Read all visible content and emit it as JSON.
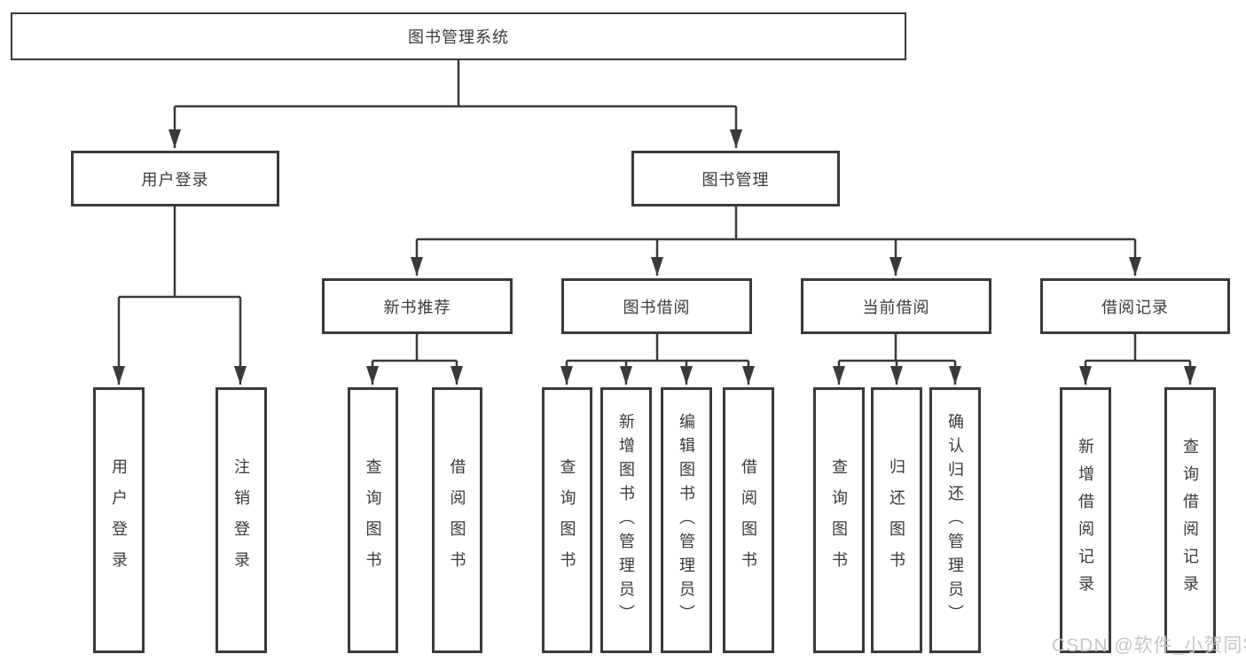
{
  "watermark": {
    "text": "CSDN @软件_小贺同学",
    "color": "#c6c6c6"
  },
  "diagram": {
    "line_color": "#3a3a3a",
    "box_background": "#ffffff",
    "root": {
      "label": "图书管理系统"
    },
    "branches": [
      {
        "label": "用户登录",
        "children": [
          {
            "label": "用户登录"
          },
          {
            "label": "注销登录"
          }
        ]
      },
      {
        "label": "图书管理",
        "children": [
          {
            "label": "新书推荐",
            "children": [
              {
                "label": "查询图书"
              },
              {
                "label": "借阅图书"
              }
            ]
          },
          {
            "label": "图书借阅",
            "children": [
              {
                "label": "查询图书"
              },
              {
                "label": "新增图书（管理员）"
              },
              {
                "label": "编辑图书（管理员）"
              },
              {
                "label": "借阅图书"
              }
            ]
          },
          {
            "label": "当前借阅",
            "children": [
              {
                "label": "查询图书"
              },
              {
                "label": "归还图书"
              },
              {
                "label": "确认归还（管理员）"
              }
            ]
          },
          {
            "label": "借阅记录",
            "children": [
              {
                "label": "新增借阅记录"
              },
              {
                "label": "查询借阅记录"
              }
            ]
          }
        ]
      }
    ]
  }
}
